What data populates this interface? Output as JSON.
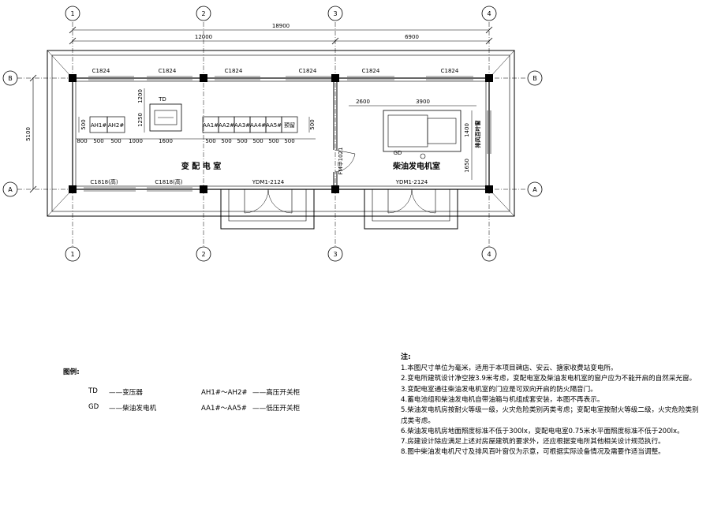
{
  "grid": {
    "cols": [
      "1",
      "2",
      "3",
      "4"
    ],
    "rows": [
      "B",
      "A"
    ]
  },
  "dims": {
    "total": "18900",
    "left": "12000",
    "right": "6900",
    "height": "5100",
    "ah_h": "500",
    "td_gap": "1200",
    "td_w": "1250",
    "td_side": "1600",
    "gd_w1": "2600",
    "gd_w2": "3900",
    "gd_h1": "1400",
    "gd_h2": "1650",
    "cell500": "500",
    "cell800": "800",
    "cell1000": "1000"
  },
  "windows": {
    "top": [
      "C1824",
      "C1824",
      "C1824",
      "C1824",
      "C1824",
      "C1824"
    ],
    "bottom_left_1": "C1818(高)",
    "bottom_left_2": "C1818(高)",
    "door_1": "YDM1-2124",
    "door_2": "YDM1-2124",
    "inner_door": "FM甲1021",
    "louver": "排风百叶窗"
  },
  "equipment": {
    "td": "TD",
    "gd": "GD",
    "ah": [
      "AH1#",
      "AH2#"
    ],
    "aa": [
      "AA1#",
      "AA2#",
      "AA3#",
      "AA4#",
      "AA5#",
      "预留"
    ]
  },
  "rooms": {
    "substation": "变 配 电 室",
    "generator": "柴油发电机室"
  },
  "legend": {
    "title": "图例:",
    "items": [
      {
        "code": "TD",
        "desc": "——变压器"
      },
      {
        "code": "AH1#～AH2#",
        "desc": "——高压开关柜"
      },
      {
        "code": "GD",
        "desc": "——柴油发电机"
      },
      {
        "code": "AA1#～AA5#",
        "desc": "——低压开关柜"
      }
    ]
  },
  "notes": {
    "title": "注:",
    "items": [
      "1.本图尺寸单位为毫米，适用于本项目碑店、安云、搪家收费站变电所。",
      "2.变电所建筑设计净空按3.9米考虑，变配电室及柴油发电机室的窗户应为不能开启的自然采光窗。",
      "3.变配电室通往柴油发电机室的门应是可双向开启的防火隔音门。",
      "4.蓄电池组和柴油发电机自带油箱与机组成套安装，本图不再表示。",
      "5.柴油发电机房按耐火等级一级，火灾危险类别丙类考虑；变配电室按耐火等级二级，火灾危险类别戊类考虑。",
      "6.柴油发电机房地面照度标准不低于300lx，变配电电室0.75米水平面照度标准不低于200lx。",
      "7.房建设计除应满足上述对房屋建筑的要求外，还应根据变电所其他相关设计规范执行。",
      "8.图中柴油发电机尺寸及排风百叶窗仅为示意，可根据实际设备情况及需要作适当调整。"
    ]
  }
}
